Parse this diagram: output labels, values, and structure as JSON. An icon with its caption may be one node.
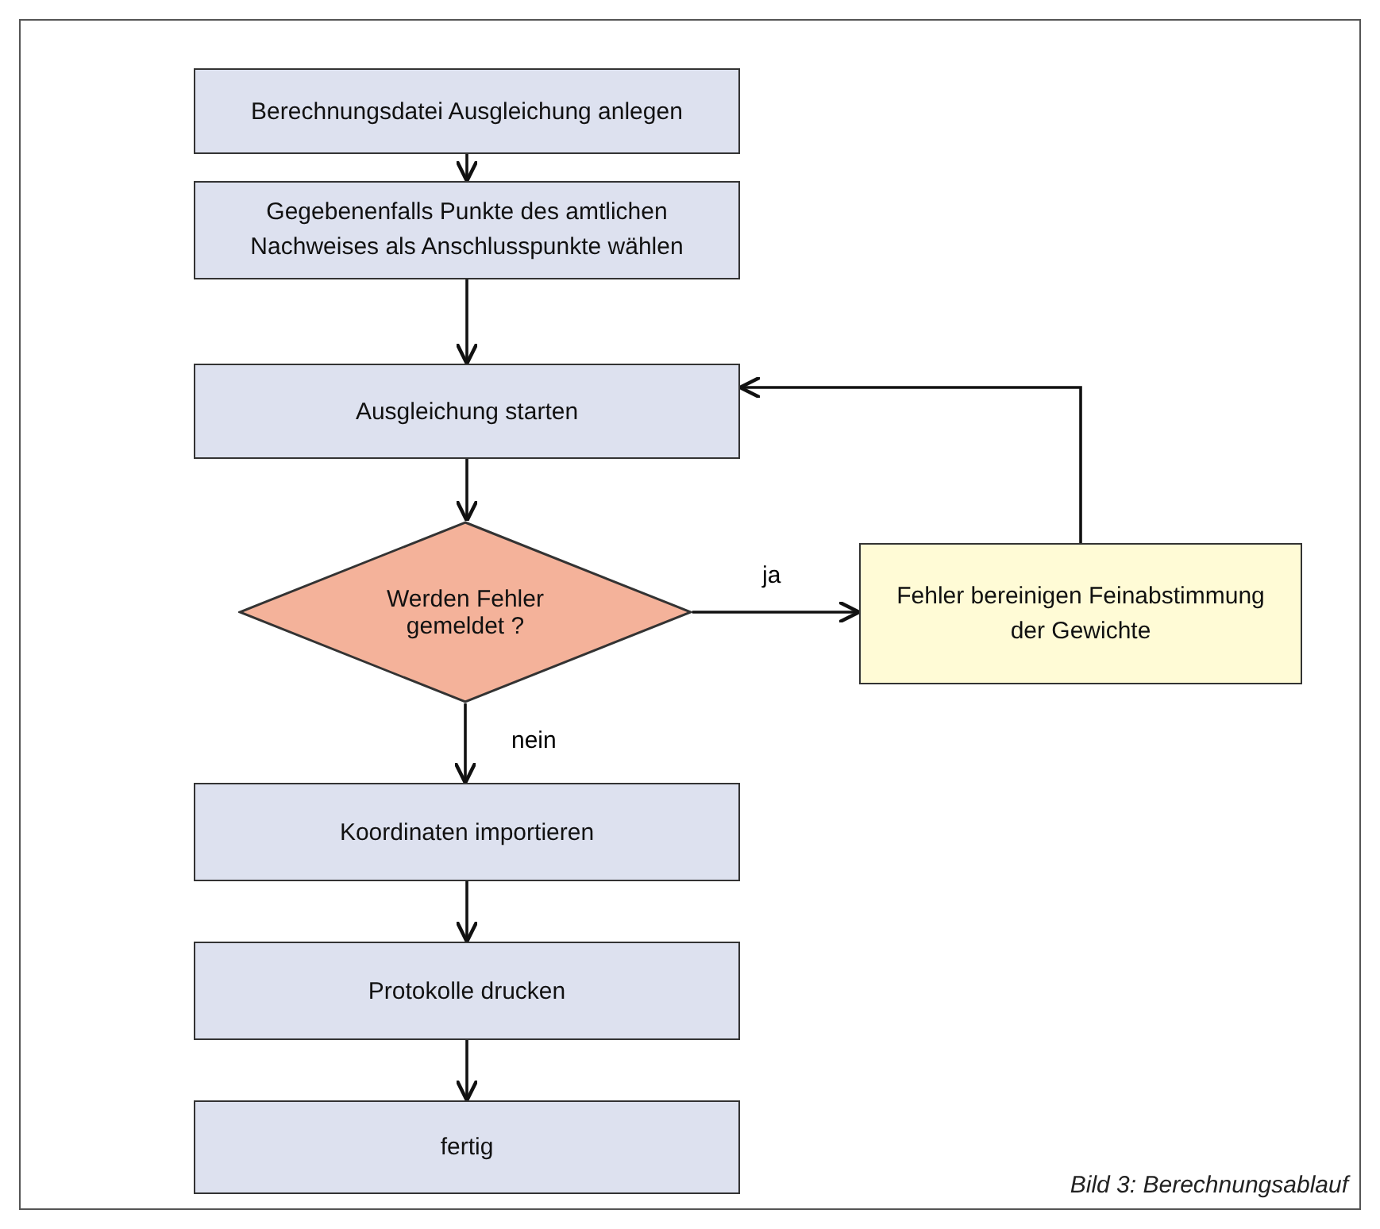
{
  "diagram": {
    "caption": "Bild 3: Berechnungsablauf",
    "nodes": [
      {
        "text": [
          "Berechnungsdatei Ausgleichung anlegen"
        ]
      },
      {
        "text": [
          "Gegebenenfalls Punkte des amtlichen Nachweises als Anschlusspunkte wählen"
        ]
      },
      {
        "text": [
          "Ausgleichung starten"
        ]
      },
      {
        "text": [
          "Werden Fehler gemeldet ?"
        ]
      },
      {
        "text": [
          "Fehler bereinigen Feinabstimmung der Gewichte"
        ]
      },
      {
        "text": [
          "Koordinaten importieren"
        ]
      },
      {
        "text": [
          "Protokolle drucken"
        ]
      },
      {
        "text": [
          "fertig"
        ]
      }
    ],
    "edges": [
      {
        "from": 0,
        "to": 1,
        "arrow": "to"
      },
      {
        "from": 1,
        "to": 2,
        "arrow": "to"
      },
      {
        "from": 2,
        "to": 3,
        "arrow": "to"
      },
      {
        "from": 3,
        "to": 4,
        "arrow": "to",
        "label": "ja"
      },
      {
        "from": 4,
        "to": 2,
        "arrow": "to"
      },
      {
        "from": 3,
        "to": 5,
        "arrow": "to",
        "label": "nein"
      },
      {
        "from": 5,
        "to": 6,
        "arrow": "to"
      },
      {
        "from": 6,
        "to": 7,
        "arrow": "to"
      }
    ]
  }
}
